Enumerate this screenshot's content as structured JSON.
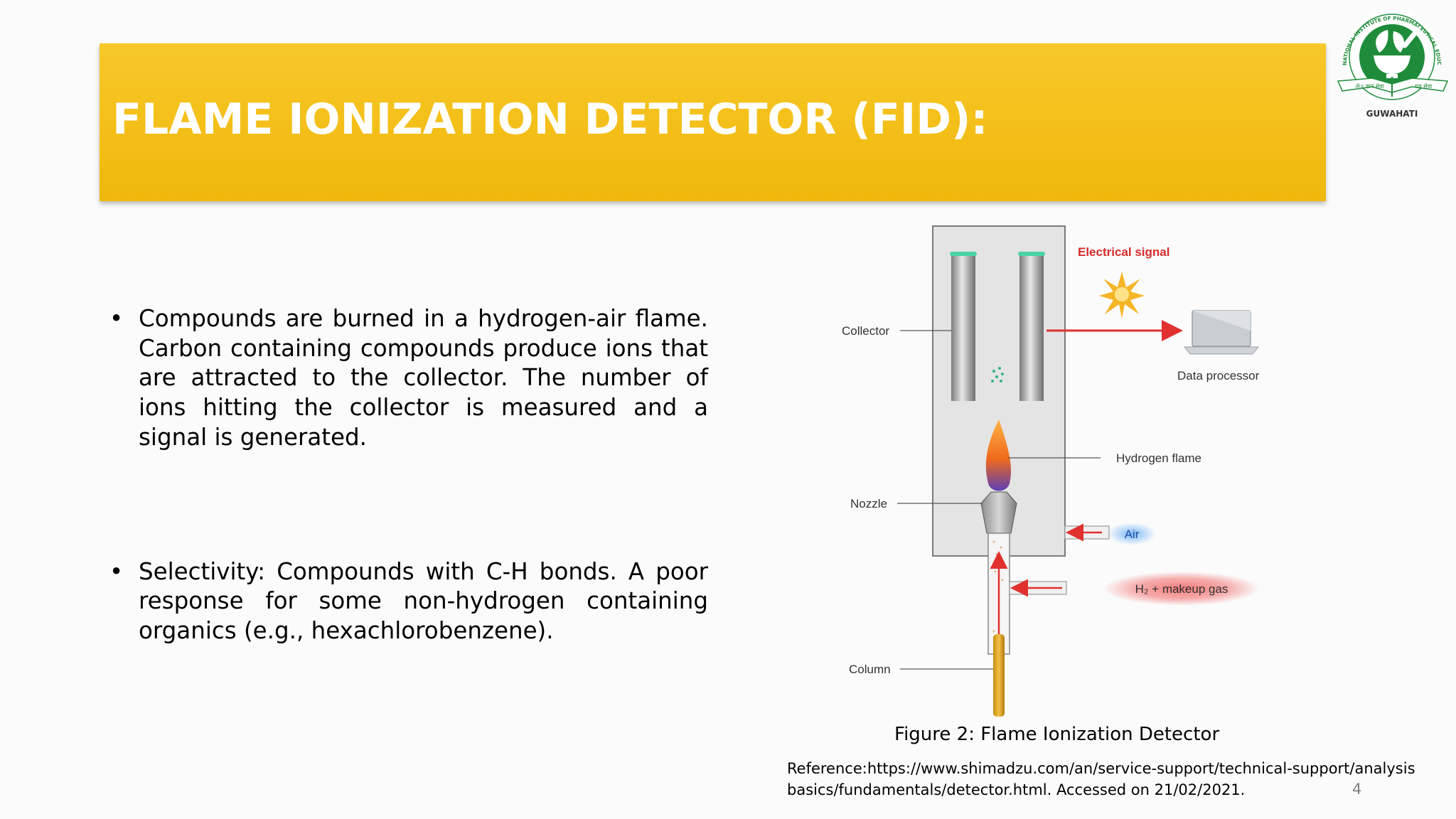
{
  "slide": {
    "title": "FLAME IONIZATION DETECTOR (FID):",
    "page_number": "4",
    "accent_color": "#f4c01b"
  },
  "logo": {
    "ring_text": "NATIONAL INSTITUTE OF PHARMACEUTICAL EDUCATION AND RESEARCH",
    "left_motto": "ॐ॥ ज्ञानं सेवा",
    "right_motto": "यज्ञ सेवा",
    "city": "GUWAHATI",
    "ring_color": "#1e8c3a"
  },
  "bullets": [
    "Compounds are burned in a hydrogen-air flame. Carbon containing compounds produce ions that are attracted to the collector. The number of ions hitting the collector is measured and a signal is generated.",
    "Selectivity: Compounds with C-H bonds. A poor response for some non-hydrogen containing organics (e.g., hexachlorobenzene)."
  ],
  "figure": {
    "labels": {
      "collector": "Collector",
      "electrical_signal": "Electrical signal",
      "data_processor": "Data processor",
      "hydrogen_flame": "Hydrogen flame",
      "nozzle": "Nozzle",
      "air": "Air",
      "h2_makeup": "H₂ + makeup gas",
      "column": "Column"
    },
    "caption": "Figure 2: Flame Ionization Detector",
    "reference_line1": "Reference:https://www.shimadzu.com/an/service-support/technical-support/analysis",
    "reference_line2": "basics/fundamentals/detector.html. Accessed on 21/02/2021."
  }
}
